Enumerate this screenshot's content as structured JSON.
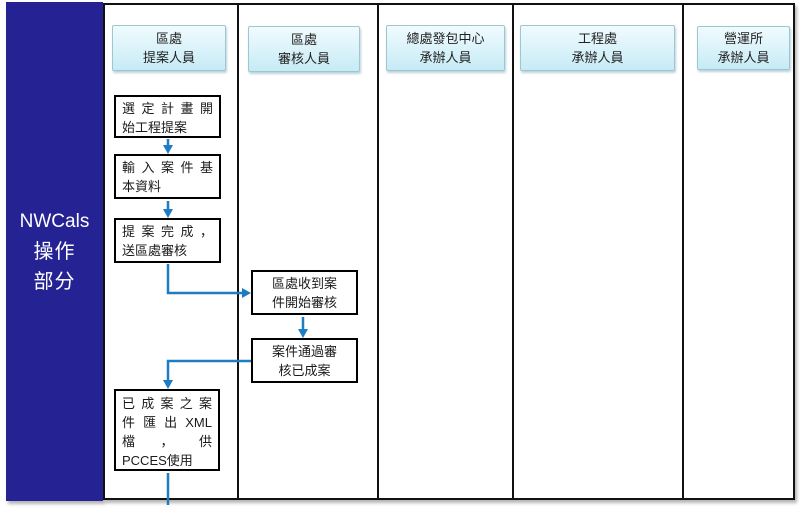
{
  "sidebar": {
    "line1": "NWCals",
    "line2": "操作",
    "line3": "部分"
  },
  "lanes": [
    {
      "id": "district-proposer",
      "header_line1": "區處",
      "header_line2": "提案人員"
    },
    {
      "id": "district-reviewer",
      "header_line1": "區處",
      "header_line2": "審核人員"
    },
    {
      "id": "hq-procurement",
      "header_line1": "總處發包中心",
      "header_line2": "承辦人員"
    },
    {
      "id": "engineering-office",
      "header_line1": "工程處",
      "header_line2": "承辦人員"
    },
    {
      "id": "operations-office",
      "header_line1": "營運所",
      "header_line2": "承辦人員"
    }
  ],
  "steps": {
    "step1": {
      "line1": "選定計畫開",
      "line2": "始工程提案"
    },
    "step2": {
      "line1": "輸入案件基",
      "line2": "本資料"
    },
    "step3": {
      "line1": "提案完成，",
      "line2": "送區處審核"
    },
    "step4": {
      "line1": "區處收到案",
      "line2": "件開始審核"
    },
    "step5": {
      "line1": "案件通過審",
      "line2": "核已成案"
    },
    "step6": {
      "line1": "已成案之案",
      "line2": "件匯出XML",
      "line3": "檔，供",
      "line4": "PCCES使用"
    }
  },
  "colors": {
    "sidebar_bg": "#252394",
    "connector_blue": "#1E7CC2",
    "lane_border": "#111111",
    "header_fill_top": "#F0FBFE",
    "header_fill_bottom": "#C7EBF5",
    "header_border": "#9EC5D2",
    "step_border": "#000000"
  }
}
